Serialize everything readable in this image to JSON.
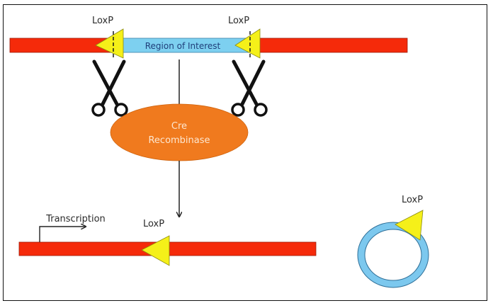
{
  "diagram": {
    "title": "Cre-LoxP recombination",
    "top_strand": {
      "region_label": "Region of Interest",
      "loxp_left_label": "LoxP",
      "loxp_right_label": "LoxP"
    },
    "enzyme": {
      "line1": "Cre",
      "line2": "Recombinase"
    },
    "bottom_strand": {
      "transcription_label": "Transcription",
      "loxp_label": "LoxP"
    },
    "circle": {
      "loxp_label": "LoxP"
    },
    "colors": {
      "dna": "#f52a0a",
      "region": "#7dd0f0",
      "loxp": "#f5f019",
      "enzyme": "#f07a1e",
      "circle": "#7cc8ee"
    }
  }
}
